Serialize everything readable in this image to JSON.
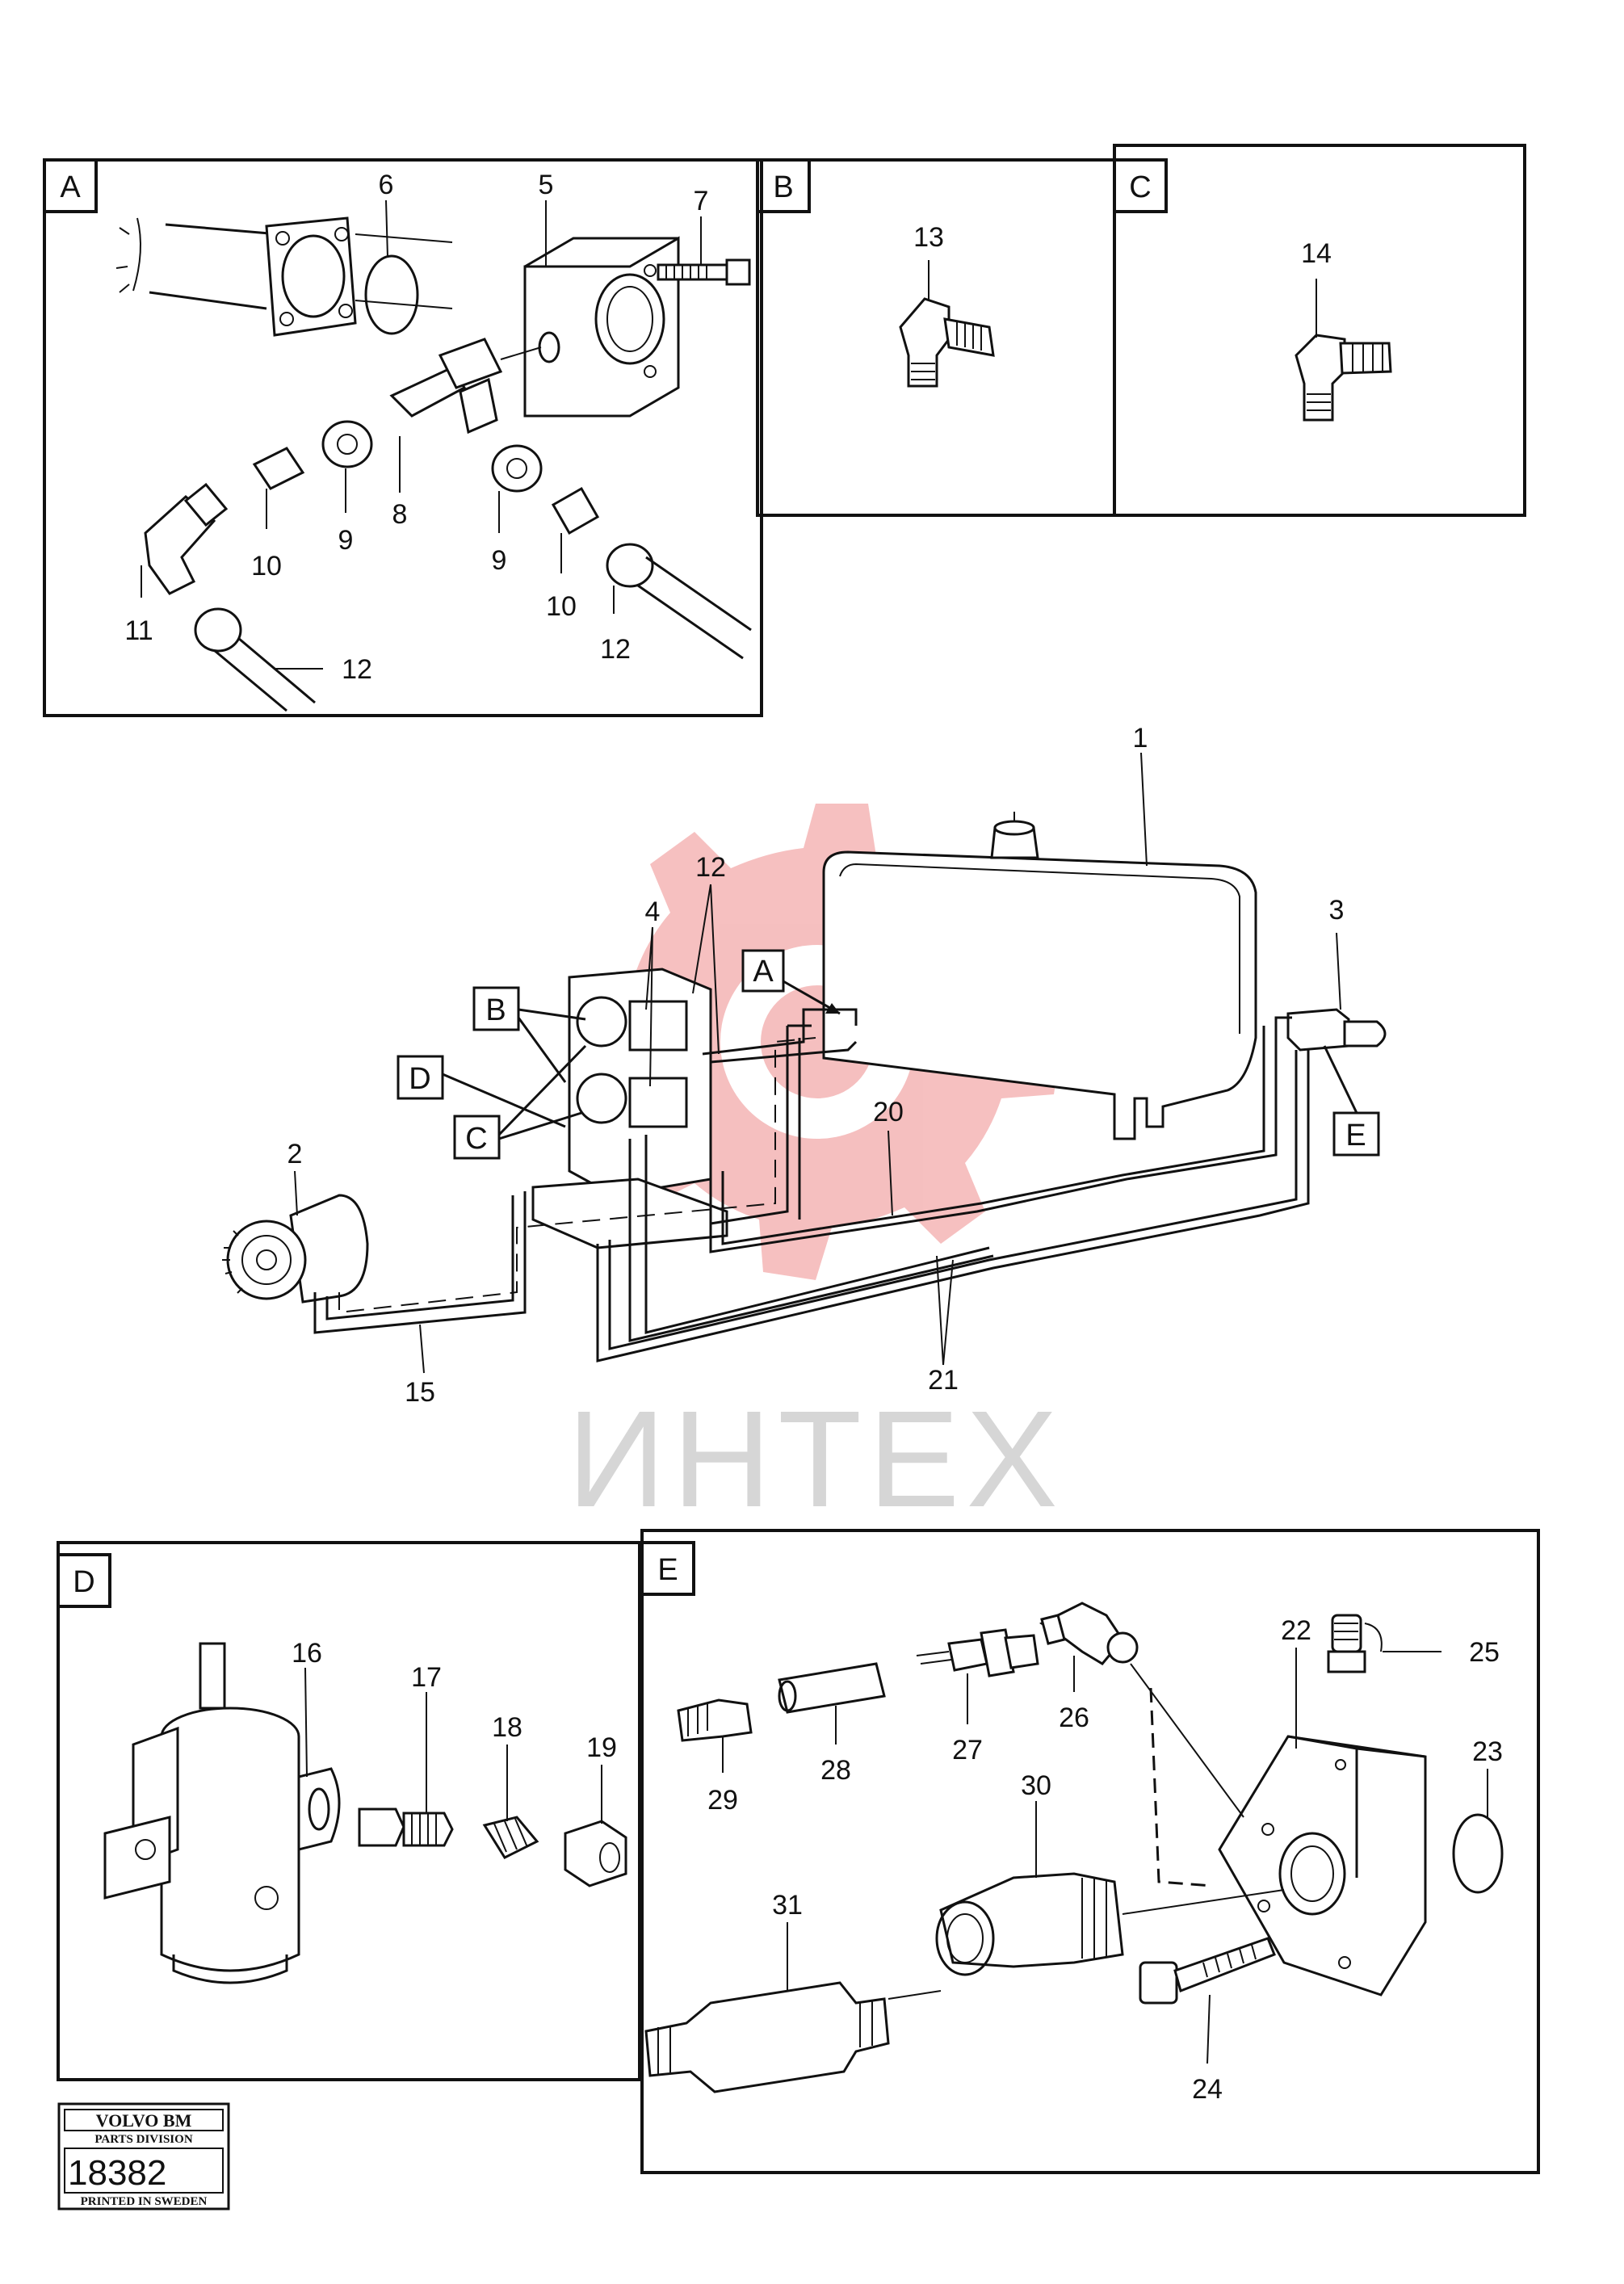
{
  "watermark": {
    "text": "ИНТЕХ",
    "gear_color": "#f4b5b5",
    "text_color": "#d6d6d6"
  },
  "panels": {
    "A": {
      "label": "A",
      "callouts": [
        "5",
        "6",
        "7",
        "8",
        "9",
        "9",
        "10",
        "10",
        "11",
        "12",
        "12"
      ]
    },
    "B": {
      "label": "B",
      "callouts": [
        "13"
      ]
    },
    "C": {
      "label": "C",
      "callouts": [
        "14"
      ]
    },
    "D": {
      "label": "D",
      "callouts": [
        "16",
        "17",
        "18",
        "19"
      ]
    },
    "E": {
      "label": "E",
      "callouts": [
        "22",
        "23",
        "24",
        "25",
        "26",
        "27",
        "28",
        "29",
        "30",
        "31"
      ]
    }
  },
  "main": {
    "callouts": [
      "1",
      "2",
      "3",
      "4",
      "12",
      "15",
      "20",
      "21"
    ],
    "ref_labels": [
      "A",
      "B",
      "C",
      "D",
      "E"
    ]
  },
  "stamp": {
    "brand": "VOLVO BM",
    "division": "PARTS DIVISION",
    "number": "18382",
    "printed": "PRINTED IN SWEDEN"
  }
}
